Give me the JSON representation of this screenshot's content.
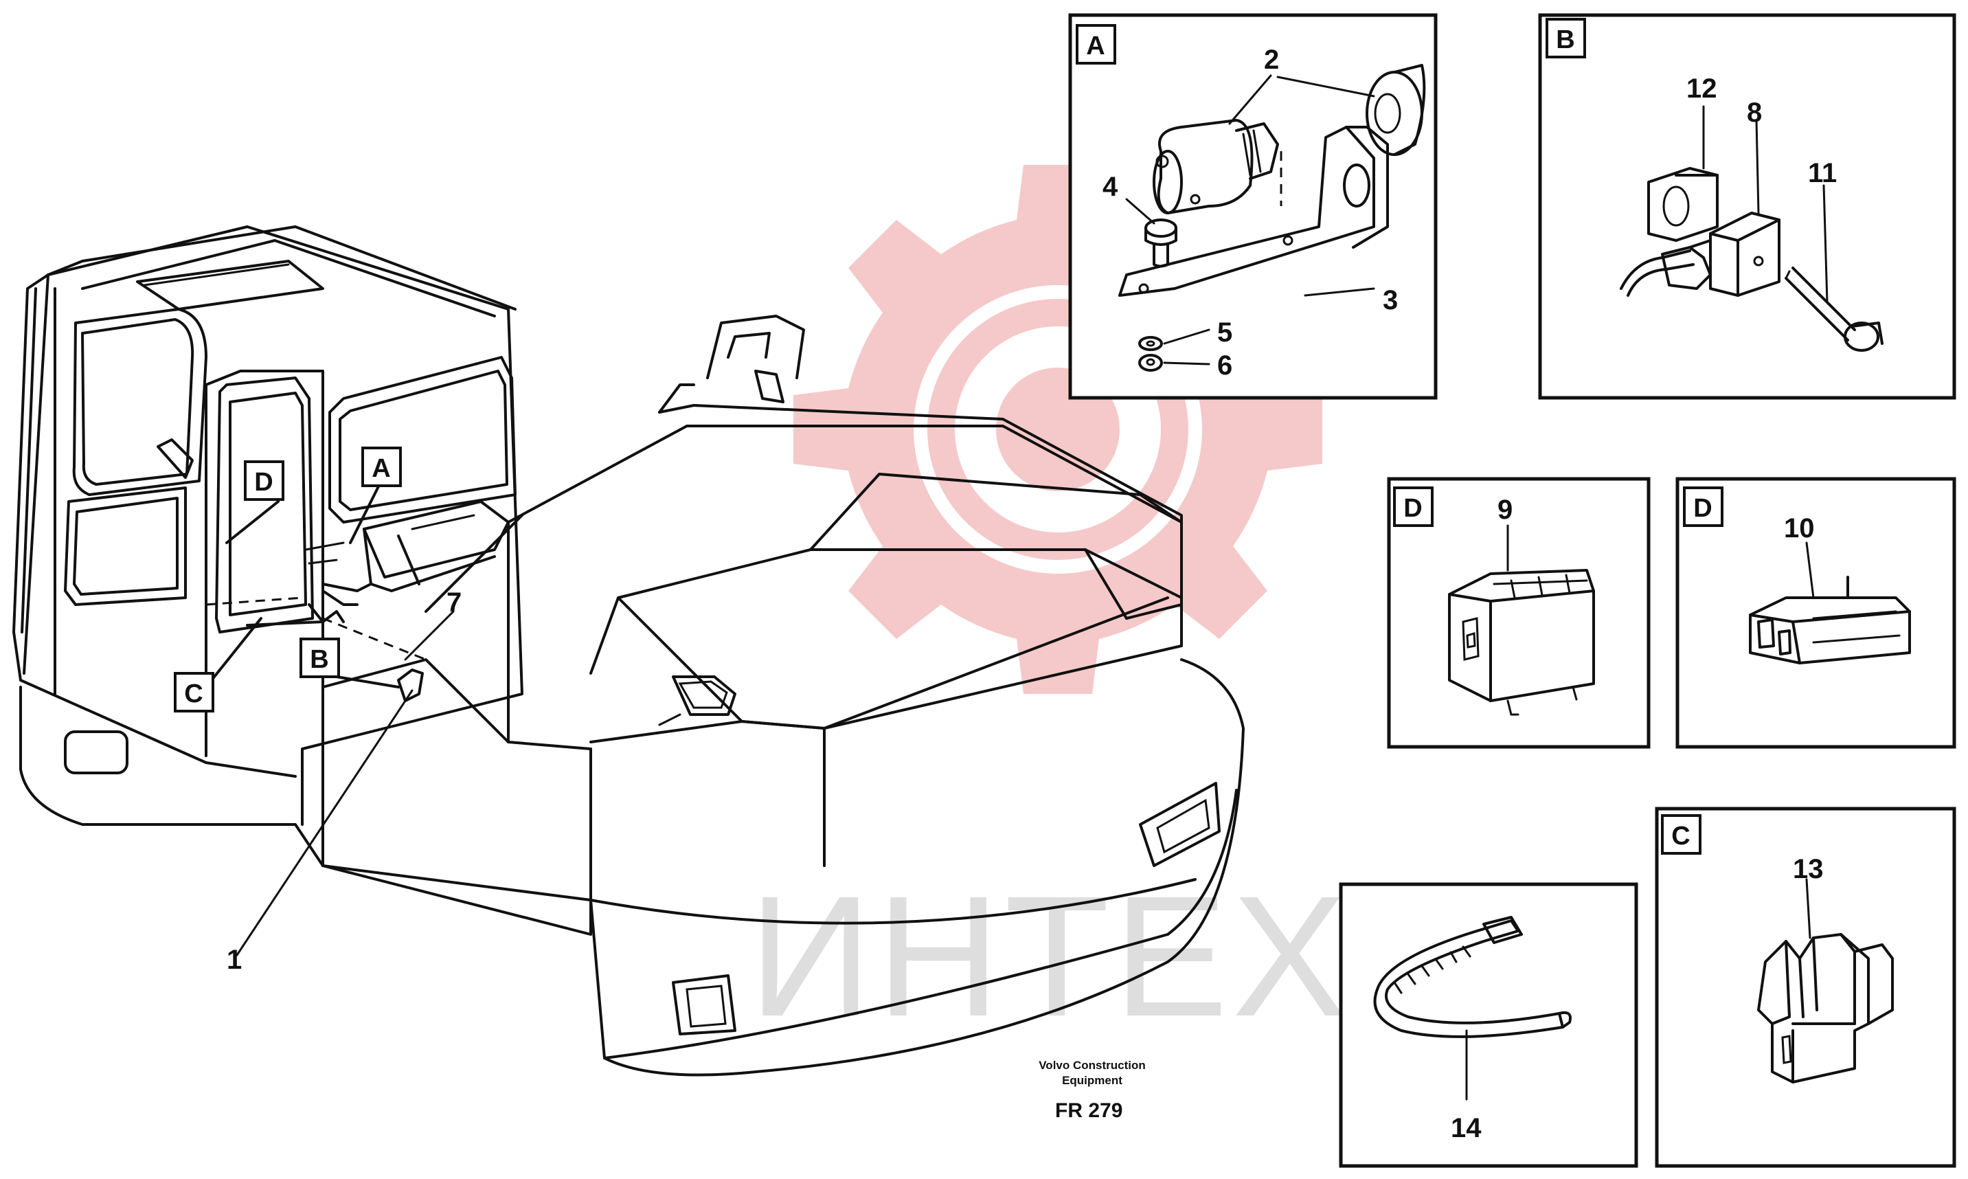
{
  "watermark": {
    "text": "ИНТЕХ",
    "color": "#f5c9c9"
  },
  "footer": {
    "maker_line1": "Volvo Construction",
    "maker_line2": "Equipment",
    "figure_code": "FR 279"
  },
  "main_view": {
    "callouts": {
      "c1": "1",
      "c7": "7"
    },
    "tags": {
      "a": "A",
      "b": "B",
      "c": "C",
      "d": "D"
    }
  },
  "detail_a": {
    "tag": "A",
    "callouts": [
      "2",
      "4",
      "3",
      "5",
      "6"
    ]
  },
  "detail_b": {
    "tag": "B",
    "callouts": [
      "12",
      "8",
      "11"
    ]
  },
  "detail_d1": {
    "tag": "D",
    "callouts": [
      "9"
    ]
  },
  "detail_d2": {
    "tag": "D",
    "callouts": [
      "10"
    ]
  },
  "detail_c": {
    "tag": "C",
    "callouts": [
      "13"
    ]
  },
  "detail_14": {
    "callouts": [
      "14"
    ]
  }
}
